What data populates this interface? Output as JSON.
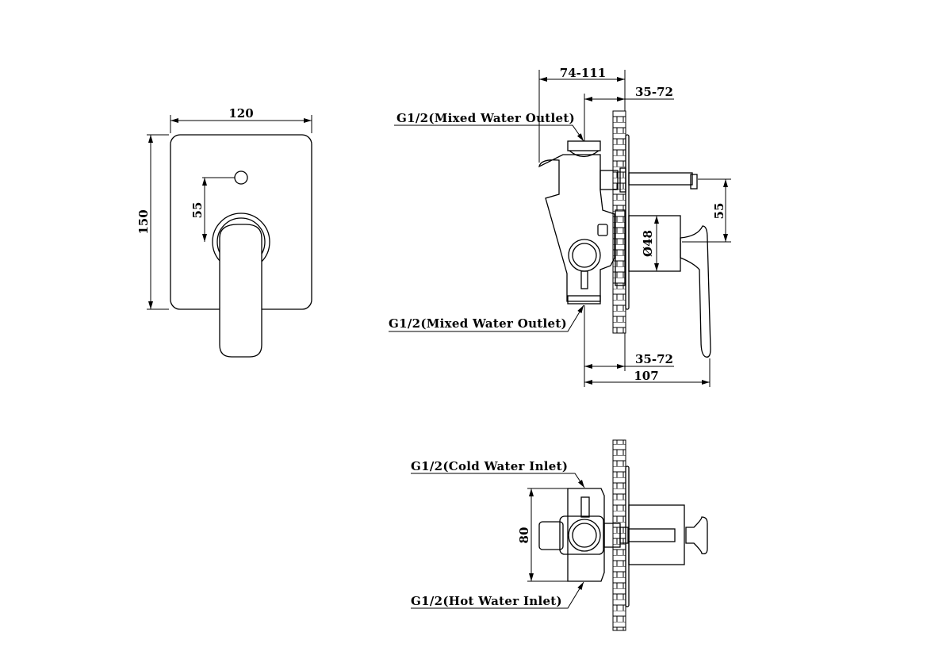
{
  "front_view": {
    "width_dim": "120",
    "height_dim": "150",
    "offset_dim": "55"
  },
  "side_view": {
    "depth_range_top": "74-111",
    "wall_range_top": "35-72",
    "outlet_top_label": "G1/2(Mixed Water Outlet)",
    "outlet_bottom_label": "G1/2(Mixed Water Outlet)",
    "handle_offset_dim": "55",
    "diameter_dim": "Ø48",
    "wall_range_bottom": "35-72",
    "total_depth_dim": "107"
  },
  "top_view": {
    "cold_inlet_label": "G1/2(Cold Water Inlet)",
    "hot_inlet_label": "G1/2(Hot Water Inlet)",
    "inlet_spacing_dim": "80"
  }
}
